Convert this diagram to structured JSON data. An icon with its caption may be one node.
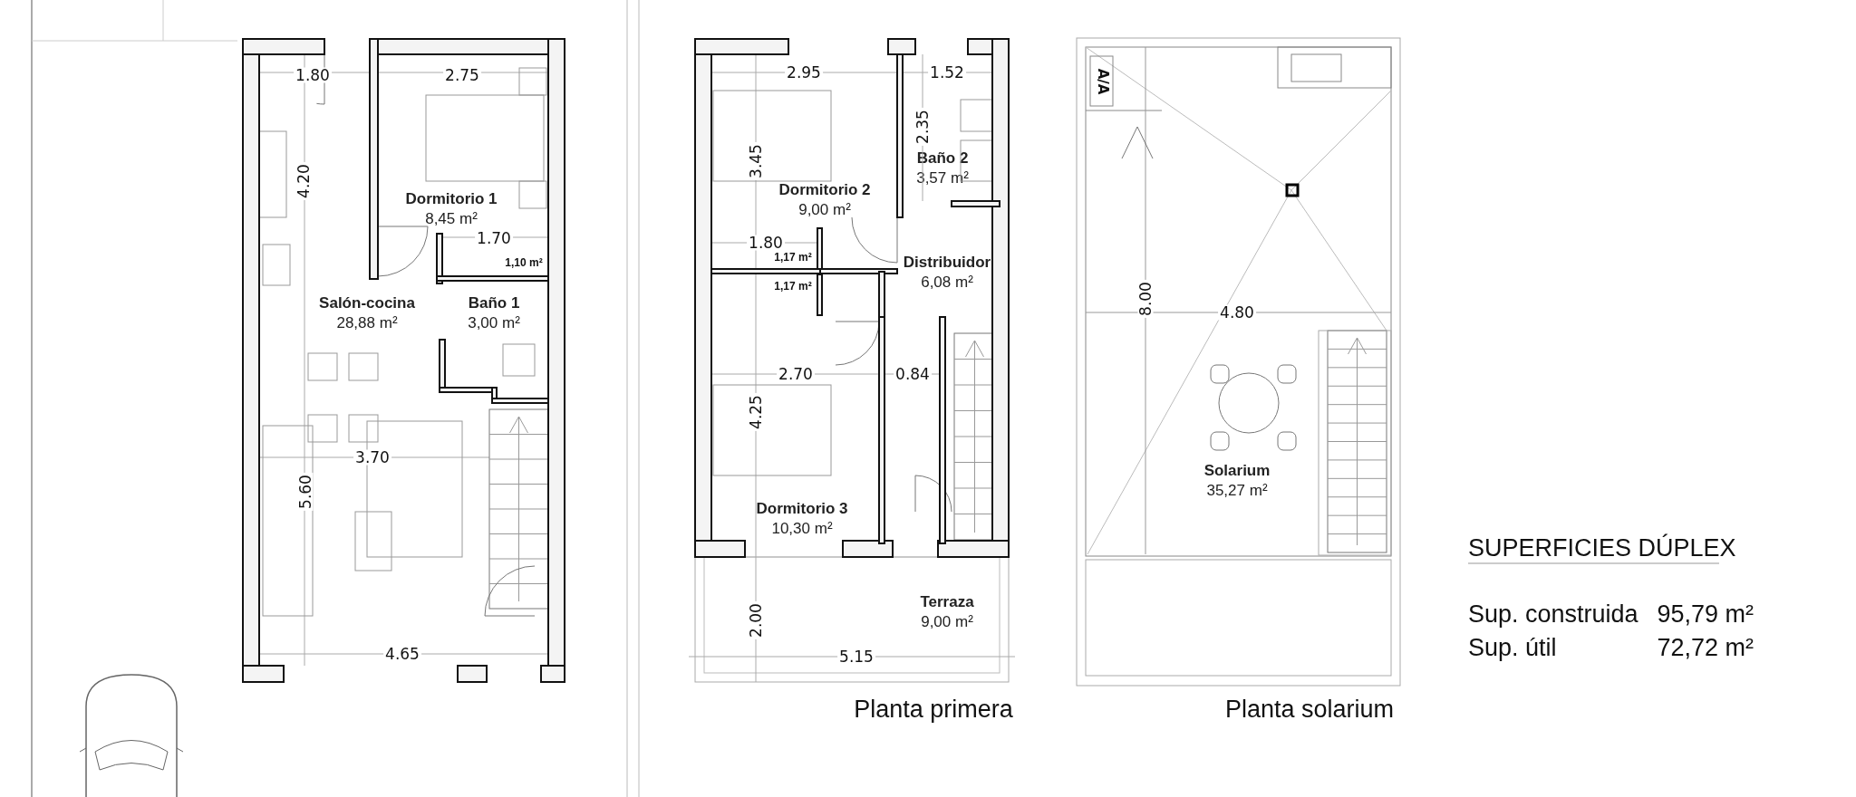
{
  "diagram": {
    "nodes": [
      {
        "text": [
          "Dormitorio 1",
          "8,45 m²"
        ]
      },
      {
        "text": [
          "Salón-cocina",
          "28,88 m²"
        ]
      },
      {
        "text": [
          "Baño 1",
          "3,00 m²"
        ]
      },
      {
        "text": [
          "Dormitorio 2",
          "9,00 m²"
        ]
      },
      {
        "text": [
          "Baño 2",
          "3,57 m²"
        ]
      },
      {
        "text": [
          "Distribuidor",
          "6,08 m²"
        ]
      },
      {
        "text": [
          "Dormitorio 3",
          "10,30 m²"
        ]
      },
      {
        "text": [
          "Terraza",
          "9,00 m²"
        ]
      },
      {
        "text": [
          "Solarium",
          "35,27 m²"
        ]
      }
    ],
    "labels": [
      "1.80",
      "2.75",
      "4.20",
      "1.70",
      "1,10 m²",
      "3.70",
      "5.60",
      "4.65",
      "2.95",
      "1.52",
      "2.35",
      "3.45",
      "1.80",
      "1,17 m²",
      "1,17 m²",
      "2.70",
      "0.84",
      "4.25",
      "2.00",
      "5.15",
      "Planta primera",
      "A/A",
      "8.00",
      "4.80",
      "Planta solarium",
      "SUPERFICIES DÚPLEX",
      "Sup. construida",
      "95,79 m²",
      "Sup. útil",
      "72,72 m²"
    ]
  }
}
